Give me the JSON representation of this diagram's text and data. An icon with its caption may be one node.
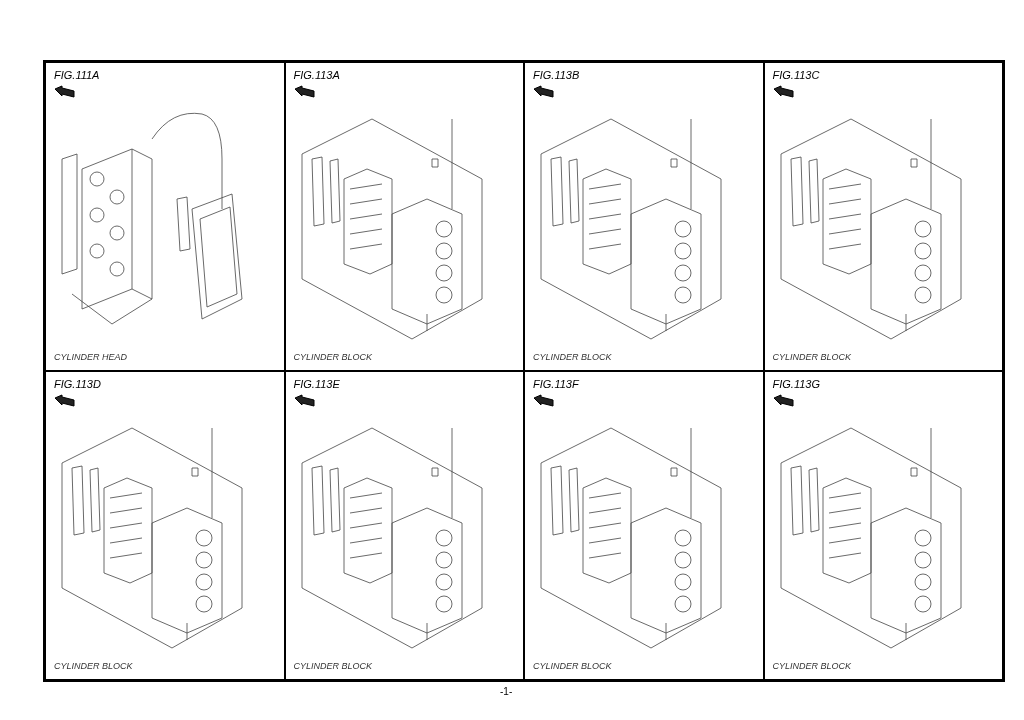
{
  "diagram": {
    "labels": [
      "FIG.111A",
      "CYLINDER HEAD",
      "FIG.113A",
      "CYLINDER BLOCK",
      "FIG.113B",
      "CYLINDER BLOCK",
      "FIG.113C",
      "CYLINDER BLOCK",
      "FIG.113D",
      "CYLINDER BLOCK",
      "FIG.113E",
      "CYLINDER BLOCK",
      "FIG.113F",
      "CYLINDER BLOCK",
      "FIG.113G",
      "CYLINDER BLOCK",
      "-1-"
    ]
  }
}
